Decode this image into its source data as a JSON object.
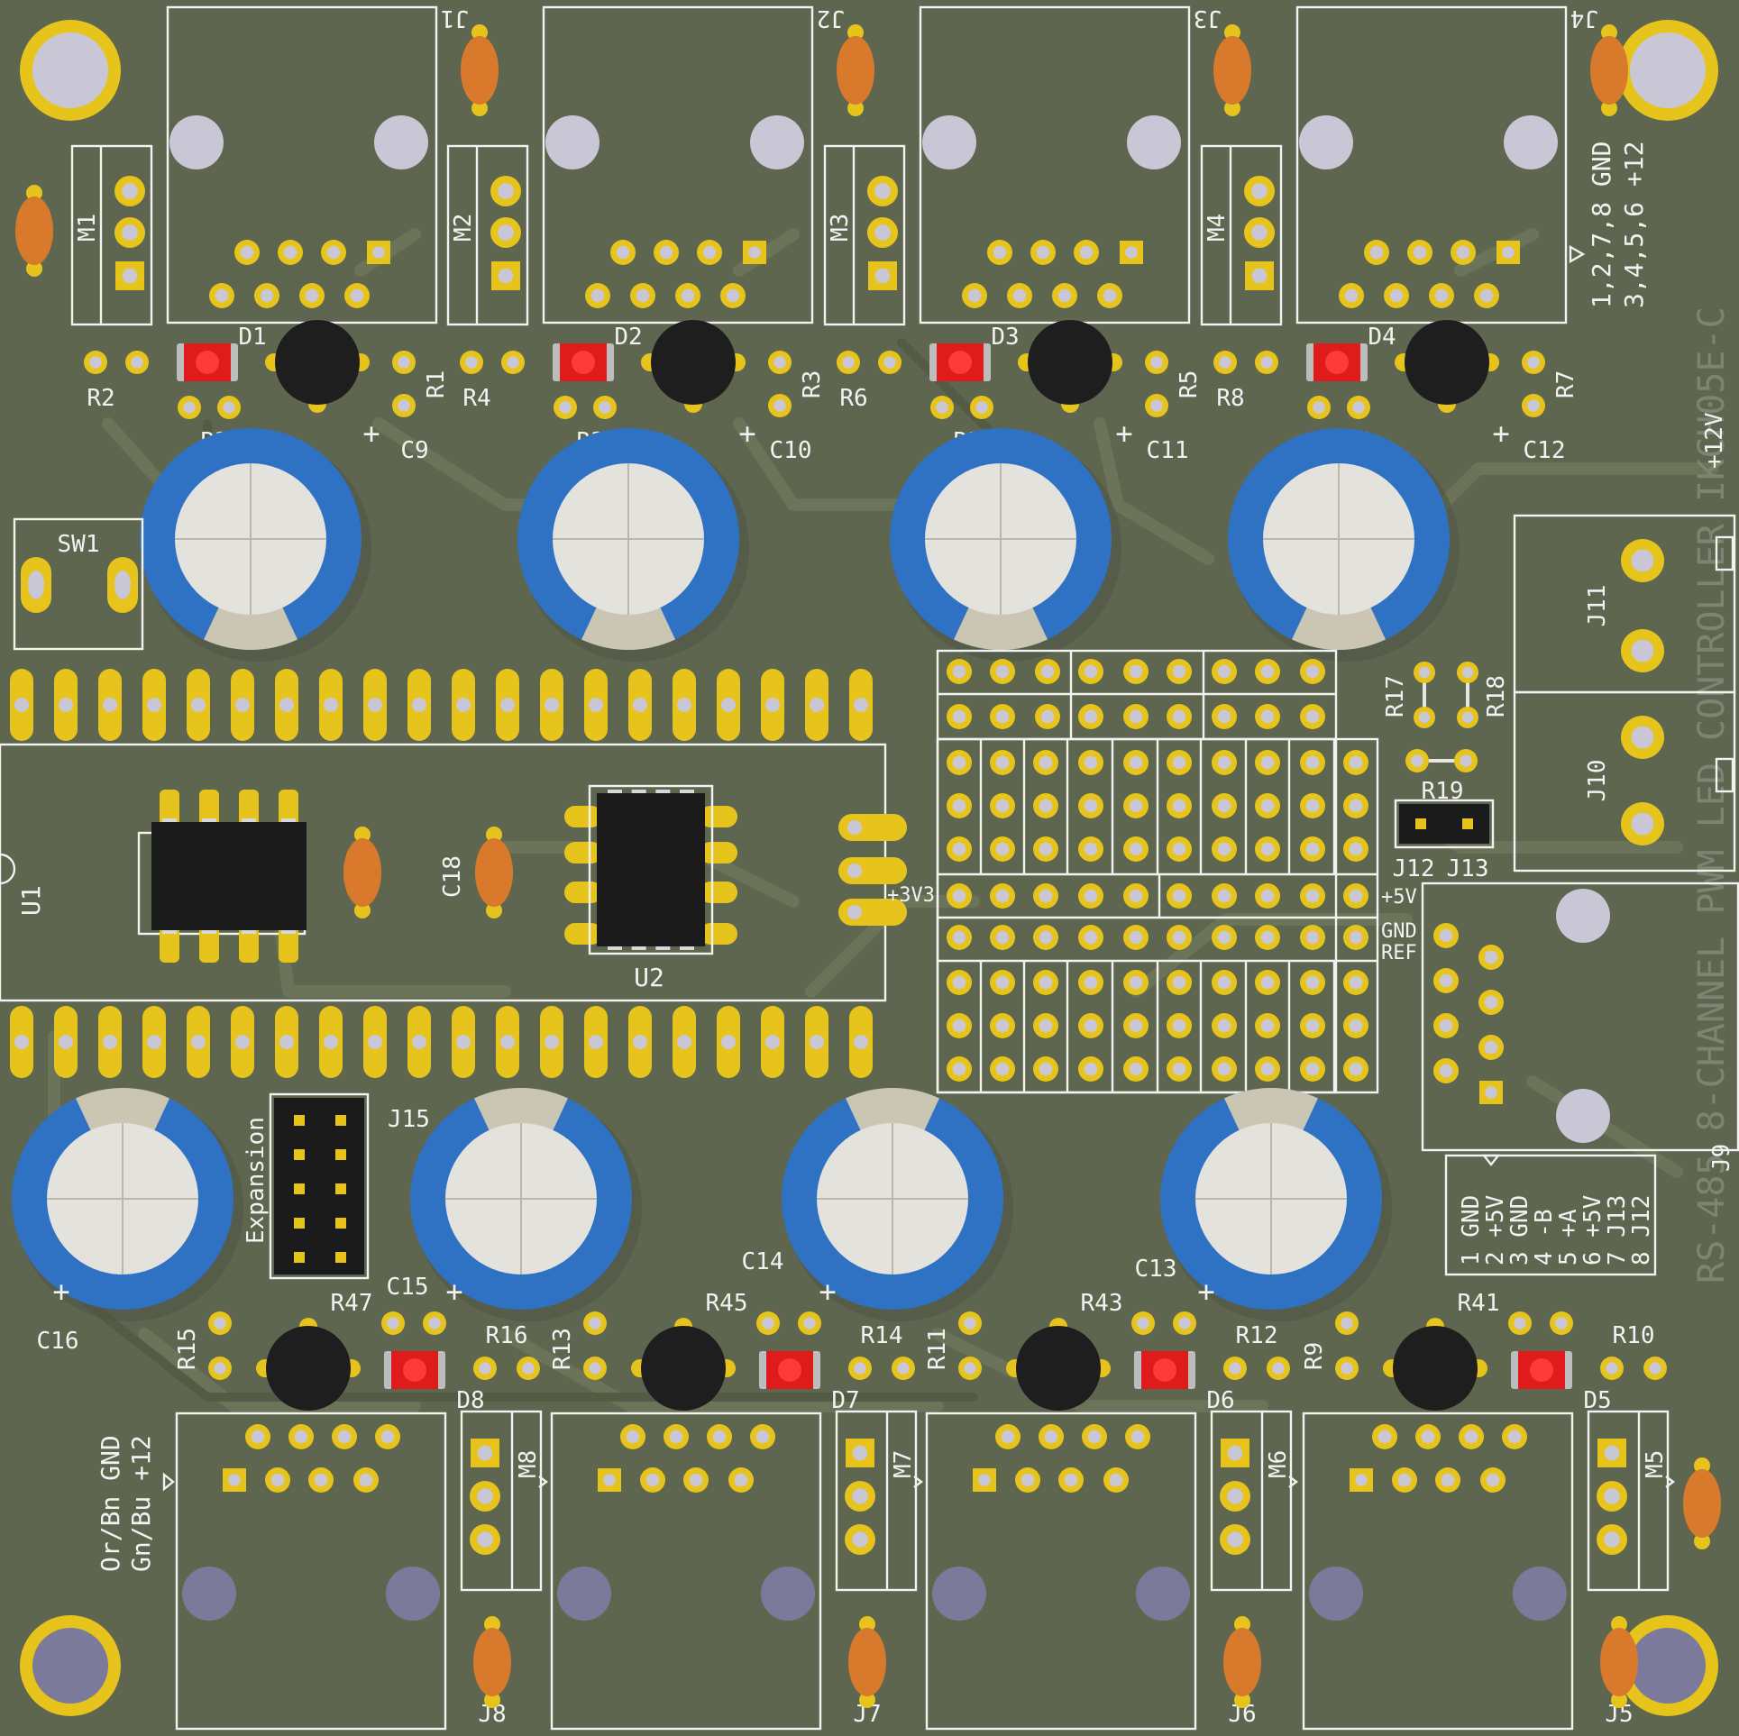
{
  "board": {
    "colors": {
      "soldermask": "#5f6650",
      "copper_pad": "#e6c41c",
      "silkscreen": "#f2f2f2",
      "drill": "#c9c6d6",
      "capacitor_blue": "#2f72c4",
      "capacitor_top": "#e4e2dc",
      "ceramic_cap": "#d8792c",
      "led": "#e01b1b",
      "ic_body": "#1b1b1b"
    },
    "top_jacks": [
      "J1",
      "J2",
      "J3",
      "J4"
    ],
    "top_modules": [
      "M1",
      "M2",
      "M3",
      "M4"
    ],
    "top_leds": [
      "D1",
      "D2",
      "D3",
      "D4"
    ],
    "top_res_left": [
      "R2",
      "R4",
      "R6",
      "R8"
    ],
    "top_res_right": [
      "R1",
      "R3",
      "R5",
      "R7"
    ],
    "top_res_led": [
      "R33",
      "R35",
      "R37",
      "R39"
    ],
    "top_caps": [
      "C9",
      "C10",
      "C11",
      "C12"
    ],
    "bottom_jacks": [
      "J8",
      "J7",
      "J6",
      "J5"
    ],
    "bottom_modules": [
      "M8",
      "M7",
      "M6",
      "M5"
    ],
    "bottom_leds": [
      "D8",
      "D7",
      "D6",
      "D5"
    ],
    "bottom_res_left": [
      "R15",
      "R13",
      "R11",
      "R9"
    ],
    "bottom_res_right": [
      "R16",
      "R14",
      "R12",
      "R10"
    ],
    "bottom_res_led": [
      "R47",
      "R45",
      "R43",
      "R41"
    ],
    "bottom_caps": [
      "C16",
      "C15",
      "C14",
      "C13"
    ],
    "sw1": "SW1",
    "u1": "U1",
    "u2": "U2",
    "c18": "C18",
    "j15": "J15",
    "expansion": "Expansion",
    "r17": "R17",
    "r18": "R18",
    "r19": "R19",
    "j12": "J12",
    "j13": "J13",
    "j11": "J11",
    "j10": "J10",
    "j9": "J9",
    "label_12v": "+12V",
    "label_3v3": "+3V3",
    "label_5v": "+5V",
    "label_gnd": "GND",
    "label_ref": "REF",
    "top_pinout": [
      "1,2,7,8 GND",
      "3,4,5,6 +12"
    ],
    "bottom_pinout": [
      "Or/Bn GND",
      "Gn/Bu +12"
    ],
    "j9_pinout": [
      "1 GND",
      "2 +5V",
      "3 GND",
      "4 -B",
      "5 +A",
      "6 +5V",
      "7 J13",
      "8 J12"
    ],
    "board_title": "RS-485 8-CHANNEL PWM LED CONTROLLER IKCH05E-C",
    "plus": "+"
  }
}
